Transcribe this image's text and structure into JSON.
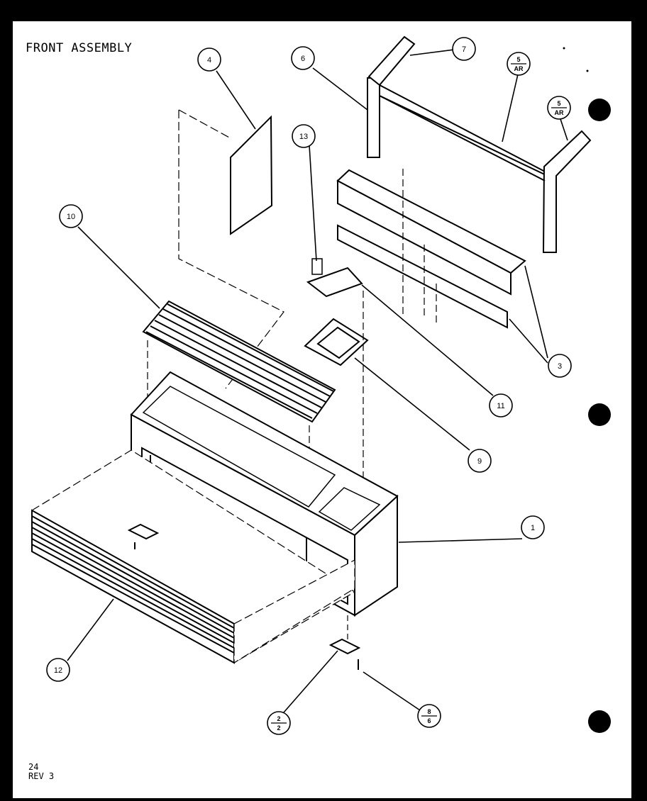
{
  "title": "FRONT ASSEMBLY",
  "footer": {
    "page": "24",
    "revision": "REV 3"
  },
  "callouts": {
    "c1": "1",
    "c2_top": "2",
    "c2_bottom": "2",
    "c3": "3",
    "c4": "4",
    "c5a_top": "5",
    "c5a_bottom": "AR",
    "c5b_top": "5",
    "c5b_bottom": "AR",
    "c6": "6",
    "c7": "7",
    "c8_top": "8",
    "c8_bottom": "6",
    "c9": "9",
    "c10": "10",
    "c11": "11",
    "c12": "12",
    "c13": "13"
  }
}
